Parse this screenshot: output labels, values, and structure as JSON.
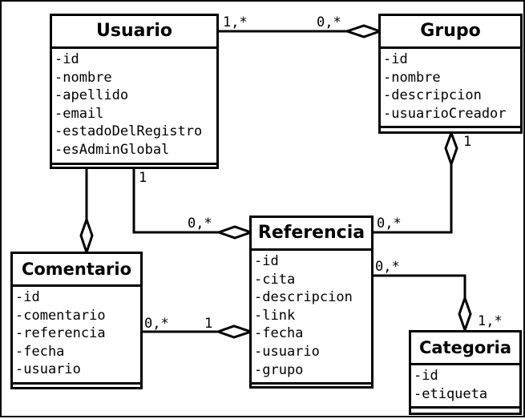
{
  "classes": {
    "usuario": {
      "name": "Usuario",
      "attributes": [
        "-id",
        "-nombre",
        "-apellido",
        "-email",
        "-estadoDelRegistro",
        "-esAdminGlobal"
      ]
    },
    "grupo": {
      "name": "Grupo",
      "attributes": [
        "-id",
        "-nombre",
        "-descripcion",
        "-usuarioCreador"
      ]
    },
    "referencia": {
      "name": "Referencia",
      "attributes": [
        "-id",
        "-cita",
        "-descripcion",
        "-link",
        "-fecha",
        "-usuario",
        "-grupo"
      ]
    },
    "comentario": {
      "name": "Comentario",
      "attributes": [
        "-id",
        "-comentario",
        "-referencia",
        "-fecha",
        "-usuario"
      ]
    },
    "categoria": {
      "name": "Categoria",
      "attributes": [
        "-id",
        "-etiqueta"
      ]
    }
  },
  "multiplicities": {
    "usuario_grupo_usuario_end": "1,*",
    "usuario_grupo_grupo_end": "0,*",
    "usuario_referencia_usuario_end": "1",
    "usuario_referencia_referencia_end": "0,*",
    "grupo_referencia_grupo_end": "1",
    "grupo_referencia_referencia_end": "0,*",
    "comentario_referencia_comentario_end": "0,*",
    "comentario_referencia_referencia_end": "1",
    "referencia_categoria_referencia_end": "0,*",
    "referencia_categoria_categoria_end": "1,*"
  },
  "colors": {
    "line": "#000000",
    "background": "#ffffff"
  }
}
